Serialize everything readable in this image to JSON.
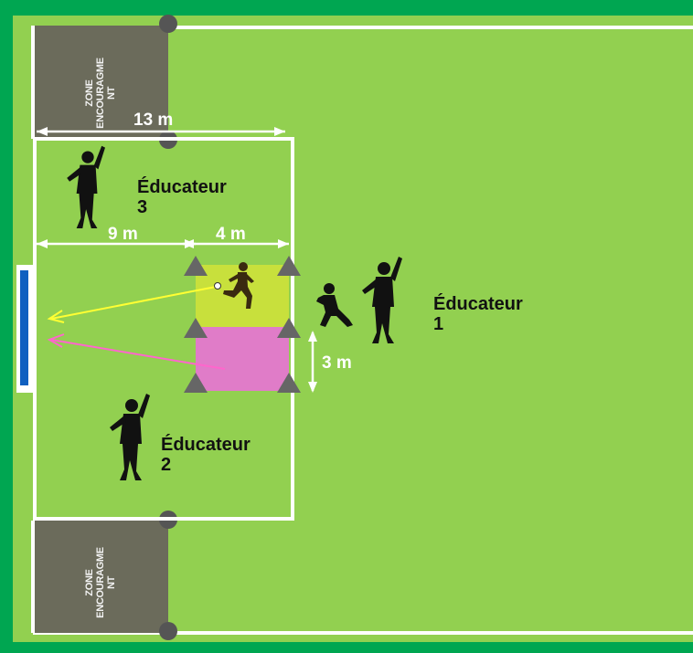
{
  "zones": {
    "top_label_line1": "ZONE",
    "top_label_line2": "ENCOURAGME",
    "top_label_line3": "NT",
    "bottom_label_line1": "ZONE",
    "bottom_label_line2": "ENCOURAGME",
    "bottom_label_line3": "NT"
  },
  "dimensions": {
    "width_total": "13 m",
    "width_left": "9 m",
    "width_right": "4 m",
    "height_square": "3 m"
  },
  "educators": [
    {
      "line1": "Éducateur",
      "line2": "1"
    },
    {
      "line1": "Éducateur",
      "line2": "2"
    },
    {
      "line1": "Éducateur",
      "line2": "3"
    }
  ],
  "colors": {
    "border": "#00a651",
    "grass": "#92d050",
    "zone": "#6b6b5b",
    "square_top": "#c8e03c",
    "square_bottom": "#e07cc8",
    "arrow_yellow": "#ffff33",
    "arrow_pink": "#ff66cc",
    "goal": "#1060c0",
    "cone": "#666666",
    "silhouette": "#111111"
  }
}
